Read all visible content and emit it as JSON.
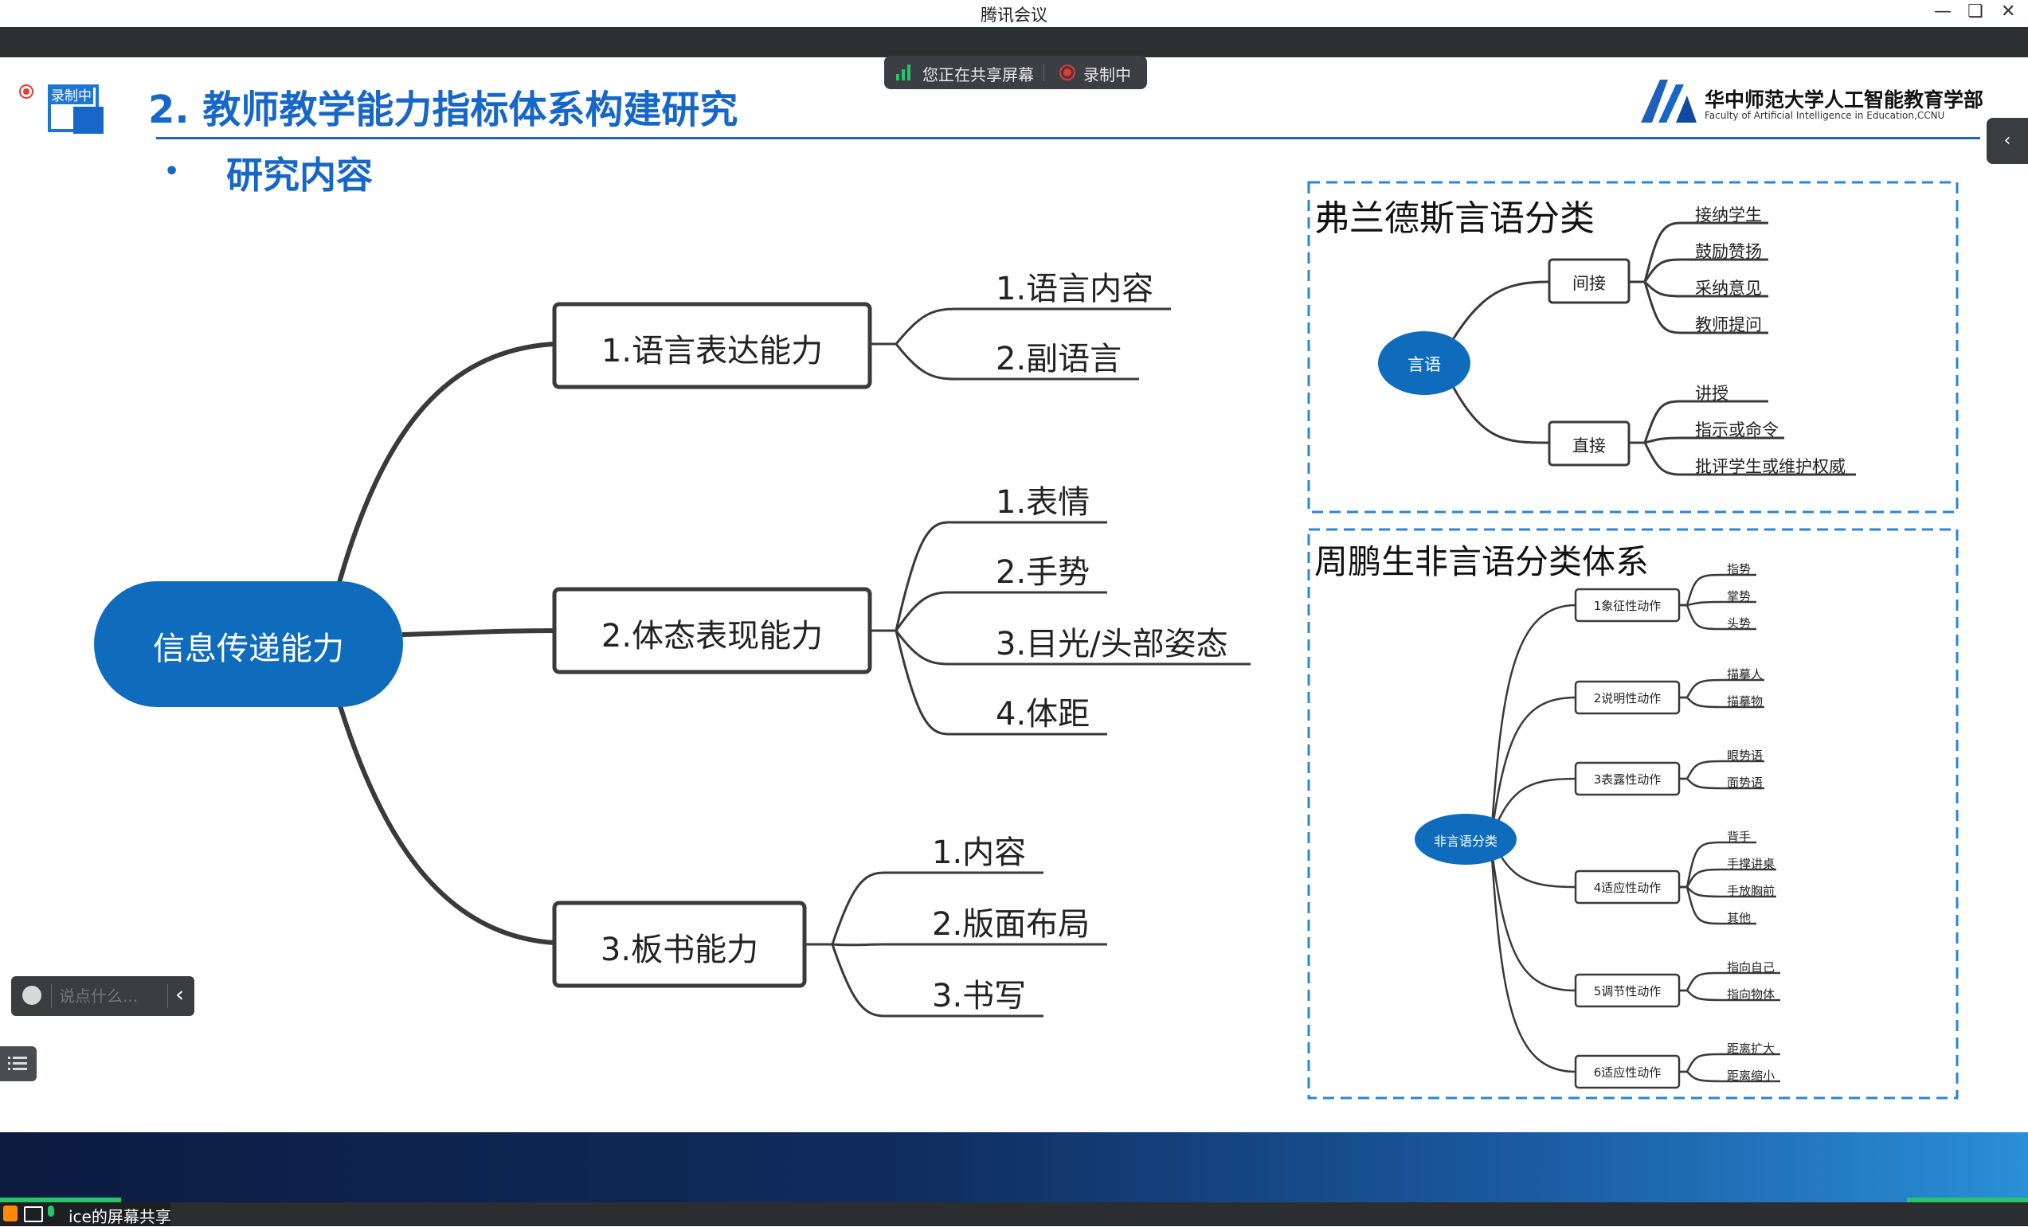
{
  "window": {
    "title": "腾讯会议",
    "minimize_icon": "minimize-icon",
    "restore_icon": "restore-icon",
    "close_icon": "close-icon"
  },
  "share_bar": {
    "sharing_label": "您正在共享屏幕",
    "recording_label": "录制中"
  },
  "recording_badge": "录制中",
  "slide": {
    "title": "2. 教师教学能力指标体系构建研究",
    "bullet": "研究内容",
    "logo_cn": "华中师范大学人工智能教育学部",
    "logo_en": "Faculty of Artificial Intelligence in Education,CCNU"
  },
  "mindmap": {
    "root": "信息传递能力",
    "branches": [
      {
        "label": "1.语言表达能力",
        "items": [
          "1.语言内容",
          "2.副语言"
        ]
      },
      {
        "label": "2.体态表现能力",
        "items": [
          "1.表情",
          "2.手势",
          "3.目光/头部姿态",
          "4.体距"
        ]
      },
      {
        "label": "3.板书能力",
        "items": [
          "1.内容",
          "2.版面布局",
          "3.书写"
        ]
      }
    ]
  },
  "flanders": {
    "title": "弗兰德斯言语分类",
    "root": "言语",
    "groups": [
      {
        "label": "间接",
        "items": [
          "接纳学生",
          "鼓励赞扬",
          "采纳意见",
          "教师提问"
        ]
      },
      {
        "label": "直接",
        "items": [
          "讲授",
          "指示或命令",
          "批评学生或维护权威"
        ]
      }
    ]
  },
  "nonverbal": {
    "title": "周鹏生非言语分类体系",
    "root": "非言语分类",
    "groups": [
      {
        "label": "1象征性动作",
        "items": [
          "指势",
          "掌势",
          "头势"
        ]
      },
      {
        "label": "2说明性动作",
        "items": [
          "描摹人",
          "描摹物"
        ]
      },
      {
        "label": "3表露性动作",
        "items": [
          "眼势语",
          "面势语"
        ]
      },
      {
        "label": "4适应性动作",
        "items": [
          "背手",
          "手撑讲桌",
          "手放胸前",
          "其他"
        ]
      },
      {
        "label": "5调节性动作",
        "items": [
          "指向自己",
          "指向物体"
        ]
      },
      {
        "label": "6适应性动作",
        "items": [
          "距离扩大",
          "距离缩小"
        ]
      }
    ]
  },
  "chat": {
    "placeholder": "说点什么..."
  },
  "bottom_bar": {
    "share_label": "ice的屏幕共享"
  },
  "colors": {
    "accent": "#1767c9",
    "node_blue": "#0f6cbd",
    "dash": "#2a86d6",
    "green": "#27c46a"
  }
}
